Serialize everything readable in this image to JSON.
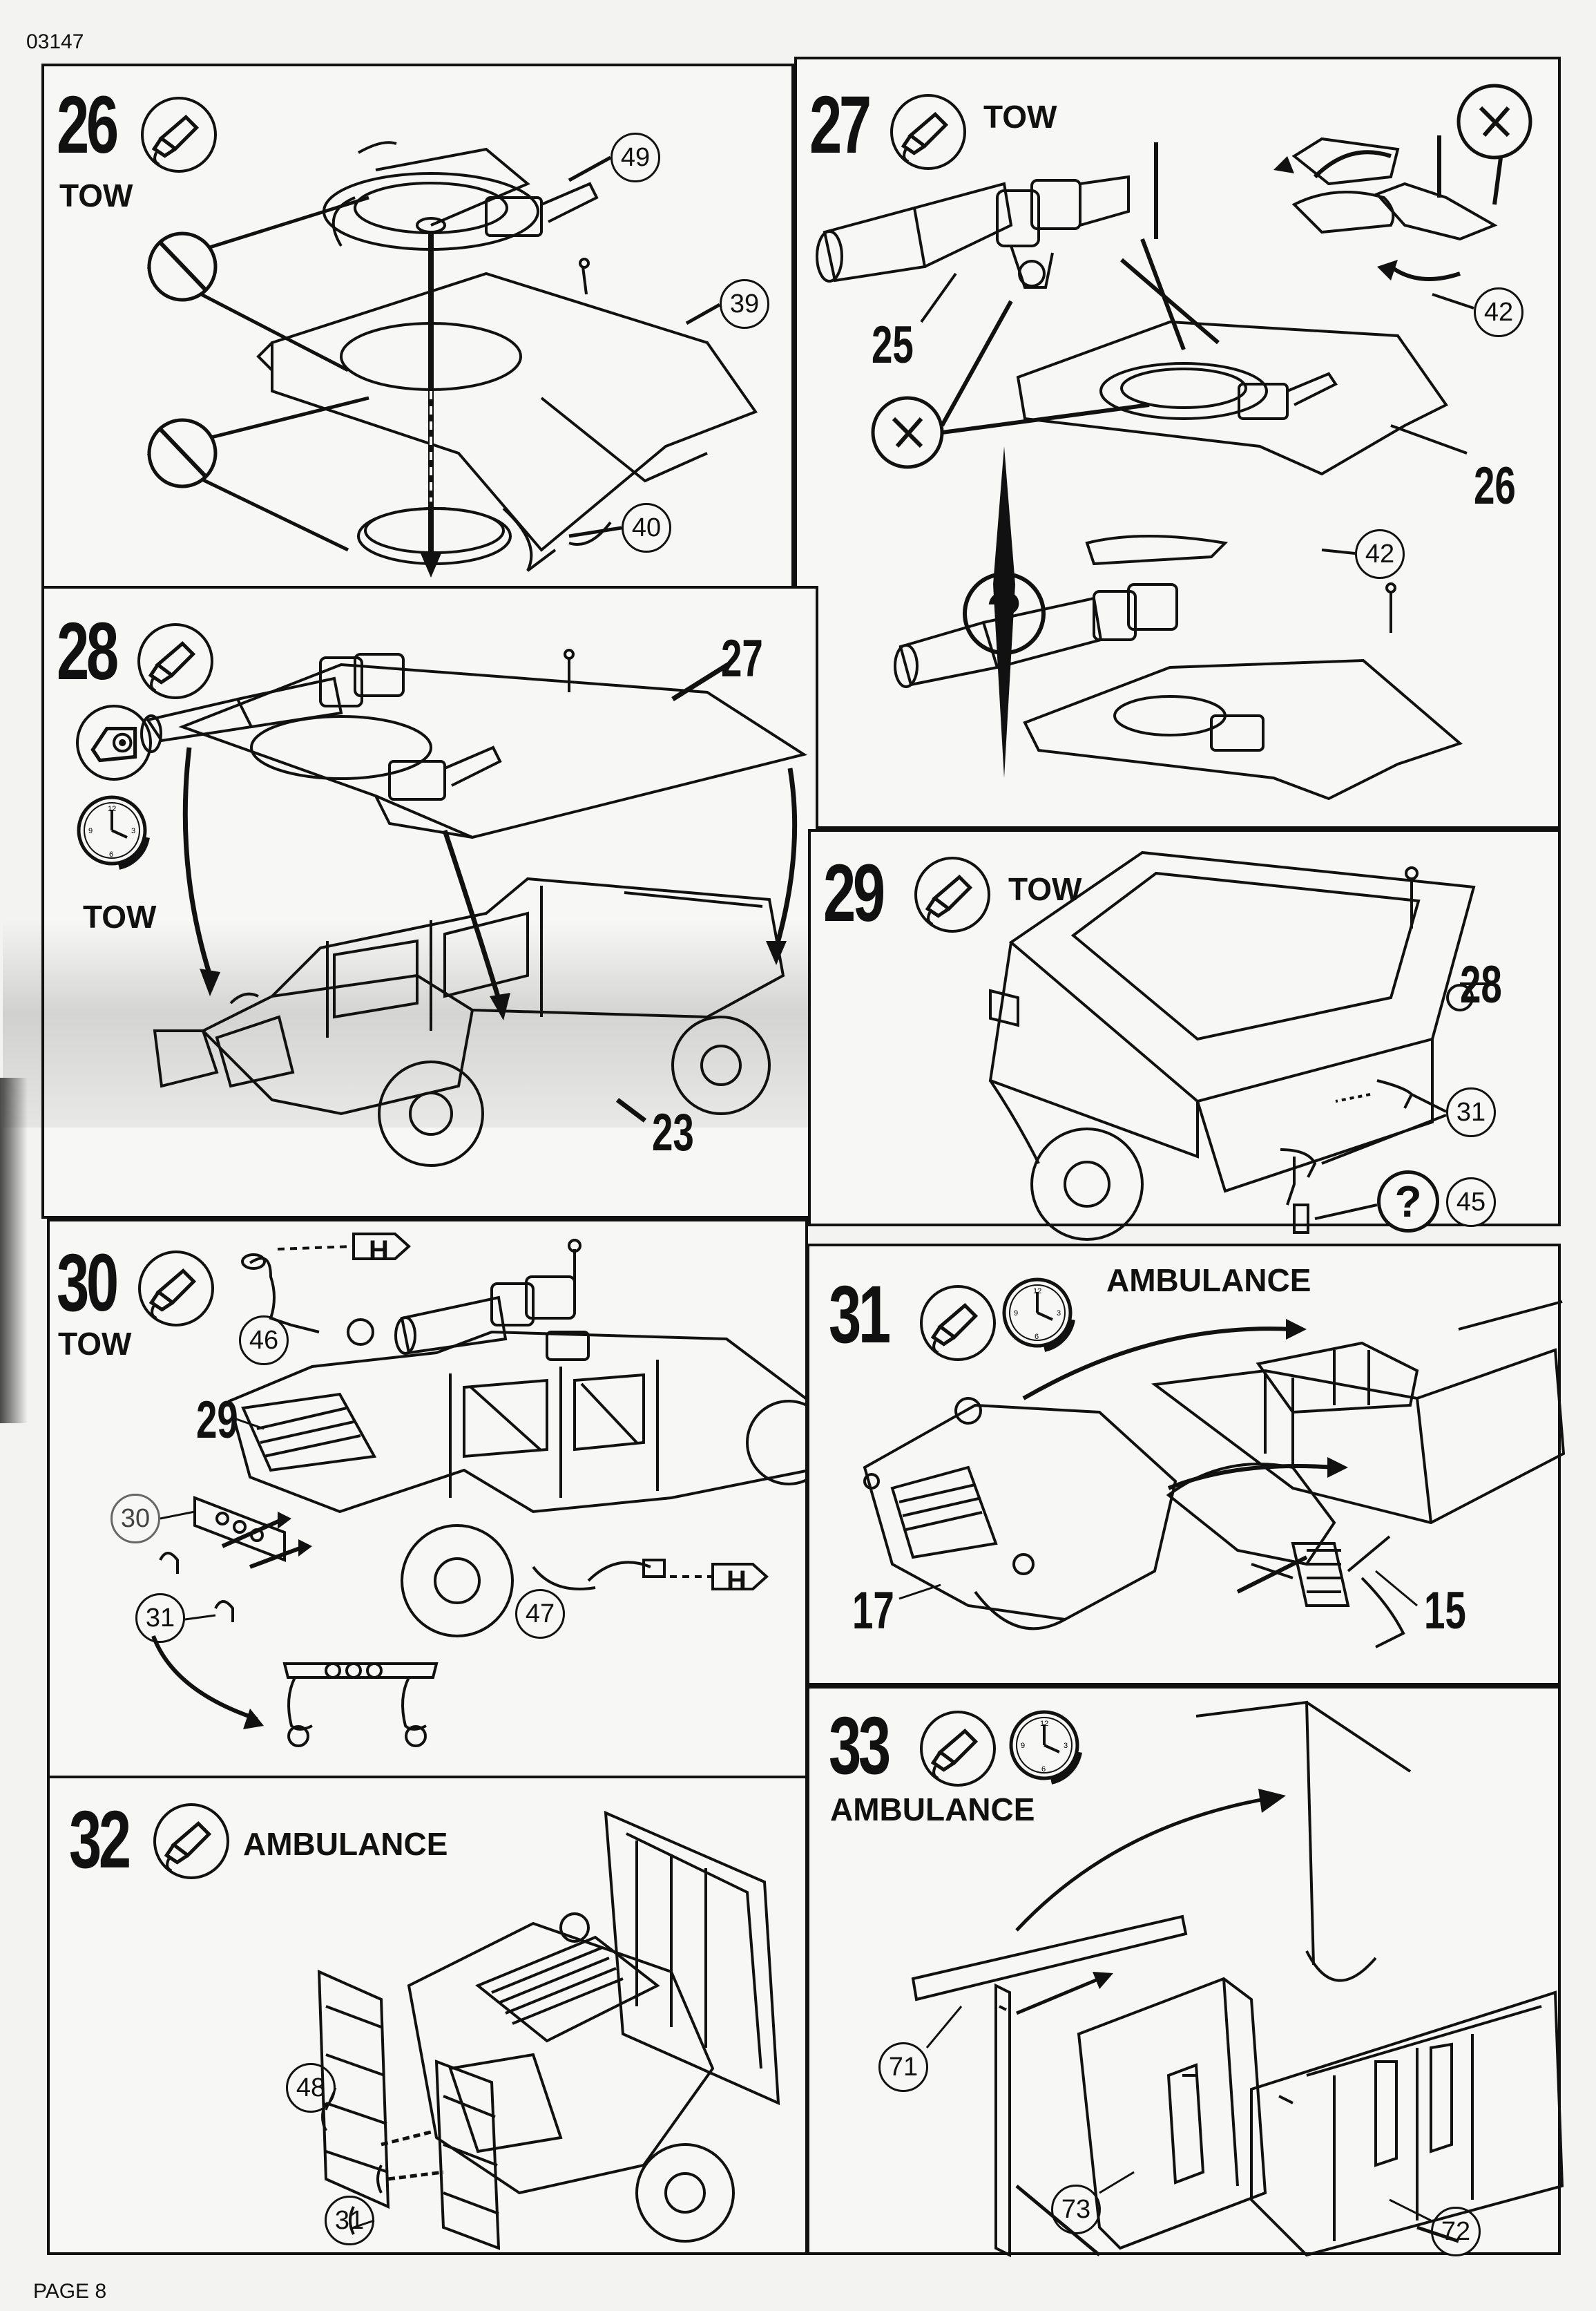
{
  "page": {
    "code": "03147",
    "footer": "PAGE 8"
  },
  "steps": {
    "s26": {
      "number": "26",
      "variant": "TOW",
      "parts": [
        "49",
        "39",
        "40"
      ]
    },
    "s27": {
      "number": "27",
      "variant": "TOW",
      "parts": [
        "42",
        "42"
      ],
      "labels": [
        "25",
        "26"
      ]
    },
    "s28": {
      "number": "28",
      "variant": "TOW",
      "labels": [
        "27",
        "23"
      ]
    },
    "s29": {
      "number": "29",
      "variant": "TOW",
      "parts": [
        "31",
        "45"
      ],
      "labels": [
        "28"
      ]
    },
    "s30": {
      "number": "30",
      "variant": "TOW",
      "parts": [
        "46",
        "30",
        "31",
        "47"
      ],
      "labels": [
        "29"
      ],
      "decal_mark": "H"
    },
    "s31": {
      "number": "31",
      "variant": "AMBULANCE",
      "labels": [
        "17",
        "15"
      ]
    },
    "s32": {
      "number": "32",
      "variant": "AMBULANCE",
      "parts": [
        "48",
        "31"
      ]
    },
    "s33": {
      "number": "33",
      "variant": "AMBULANCE",
      "parts": [
        "71",
        "73",
        "72"
      ]
    }
  },
  "icons": {
    "glue": "glue-tube-icon",
    "cement": "cement-icon",
    "clock": "drying-time-clock-icon",
    "question": "optional-question-icon"
  },
  "colors": {
    "ink": "#111111",
    "paper": "#f3f3f1"
  }
}
